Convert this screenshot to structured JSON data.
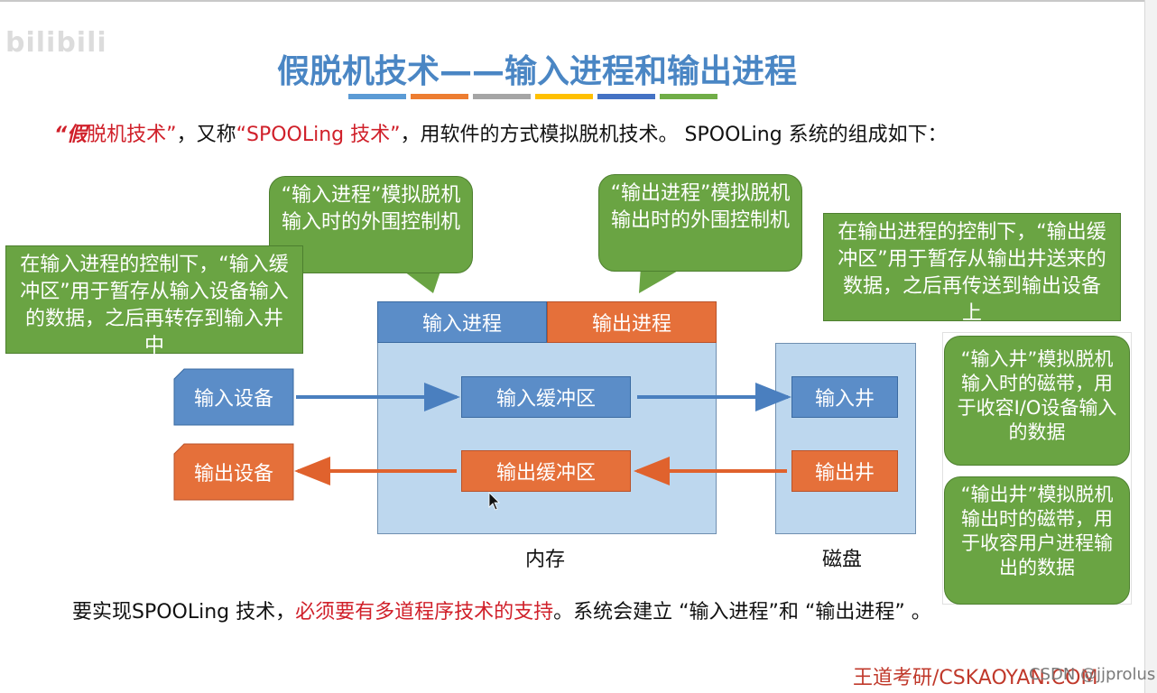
{
  "watermark": "bilibili",
  "title": "假脱机技术——输入进程和输出进程",
  "stripe_colors": [
    "#5b9bd5",
    "#ed7d31",
    "#a5a5a5",
    "#ffc000",
    "#4472c4",
    "#70ad47"
  ],
  "intro": {
    "lead": "“假",
    "lead_rest": "脱机技术”",
    "mid": "，又称",
    "spooling": "“SPOOLing 技术”",
    "rest": "，用软件的方式模拟脱机技术。 SPOOLing 系统的组成如下："
  },
  "callouts": {
    "input_process": "“输入进程”模拟脱机输入时的外围控制机",
    "output_process": "“输出进程”模拟脱机输出时的外围控制机",
    "input_buffer_note": "在输入进程的控制下，“输入缓冲区”用于暂存从输入设备输入的数据，之后再转存到输入井中",
    "output_buffer_note": "在输出进程的控制下，“输出缓冲区”用于暂存从输出井送来的数据，之后再传送到输出设备上",
    "input_well_note": "“输入井”模拟脱机输入时的磁带，用于收容I/O设备输入的数据",
    "output_well_note": "“输出井”模拟脱机输出时的磁带，用于收容用户进程输出的数据"
  },
  "diagram": {
    "input_process": "输入进程",
    "output_process": "输出进程",
    "input_device": "输入设备",
    "output_device": "输出设备",
    "input_buffer": "输入缓冲区",
    "output_buffer": "输出缓冲区",
    "input_well": "输入井",
    "output_well": "输出井",
    "memory": "内存",
    "disk": "磁盘"
  },
  "bottom": {
    "pre": "要实现SPOOLing 技术，",
    "red": "必须要有多道程序技术的支持",
    "post": "。系统会建立 “输入进程”和 “输出进程” 。"
  },
  "footer": "王道考研/CSKAOYAN.COM",
  "credit": "CSDN @jjprolus",
  "colors": {
    "green": "#6aa443",
    "blue": "#5b8dc8",
    "orange": "#e5703a",
    "light_blue": "#bdd7ee",
    "title_blue": "#4a86c4",
    "red": "#d0202a"
  }
}
